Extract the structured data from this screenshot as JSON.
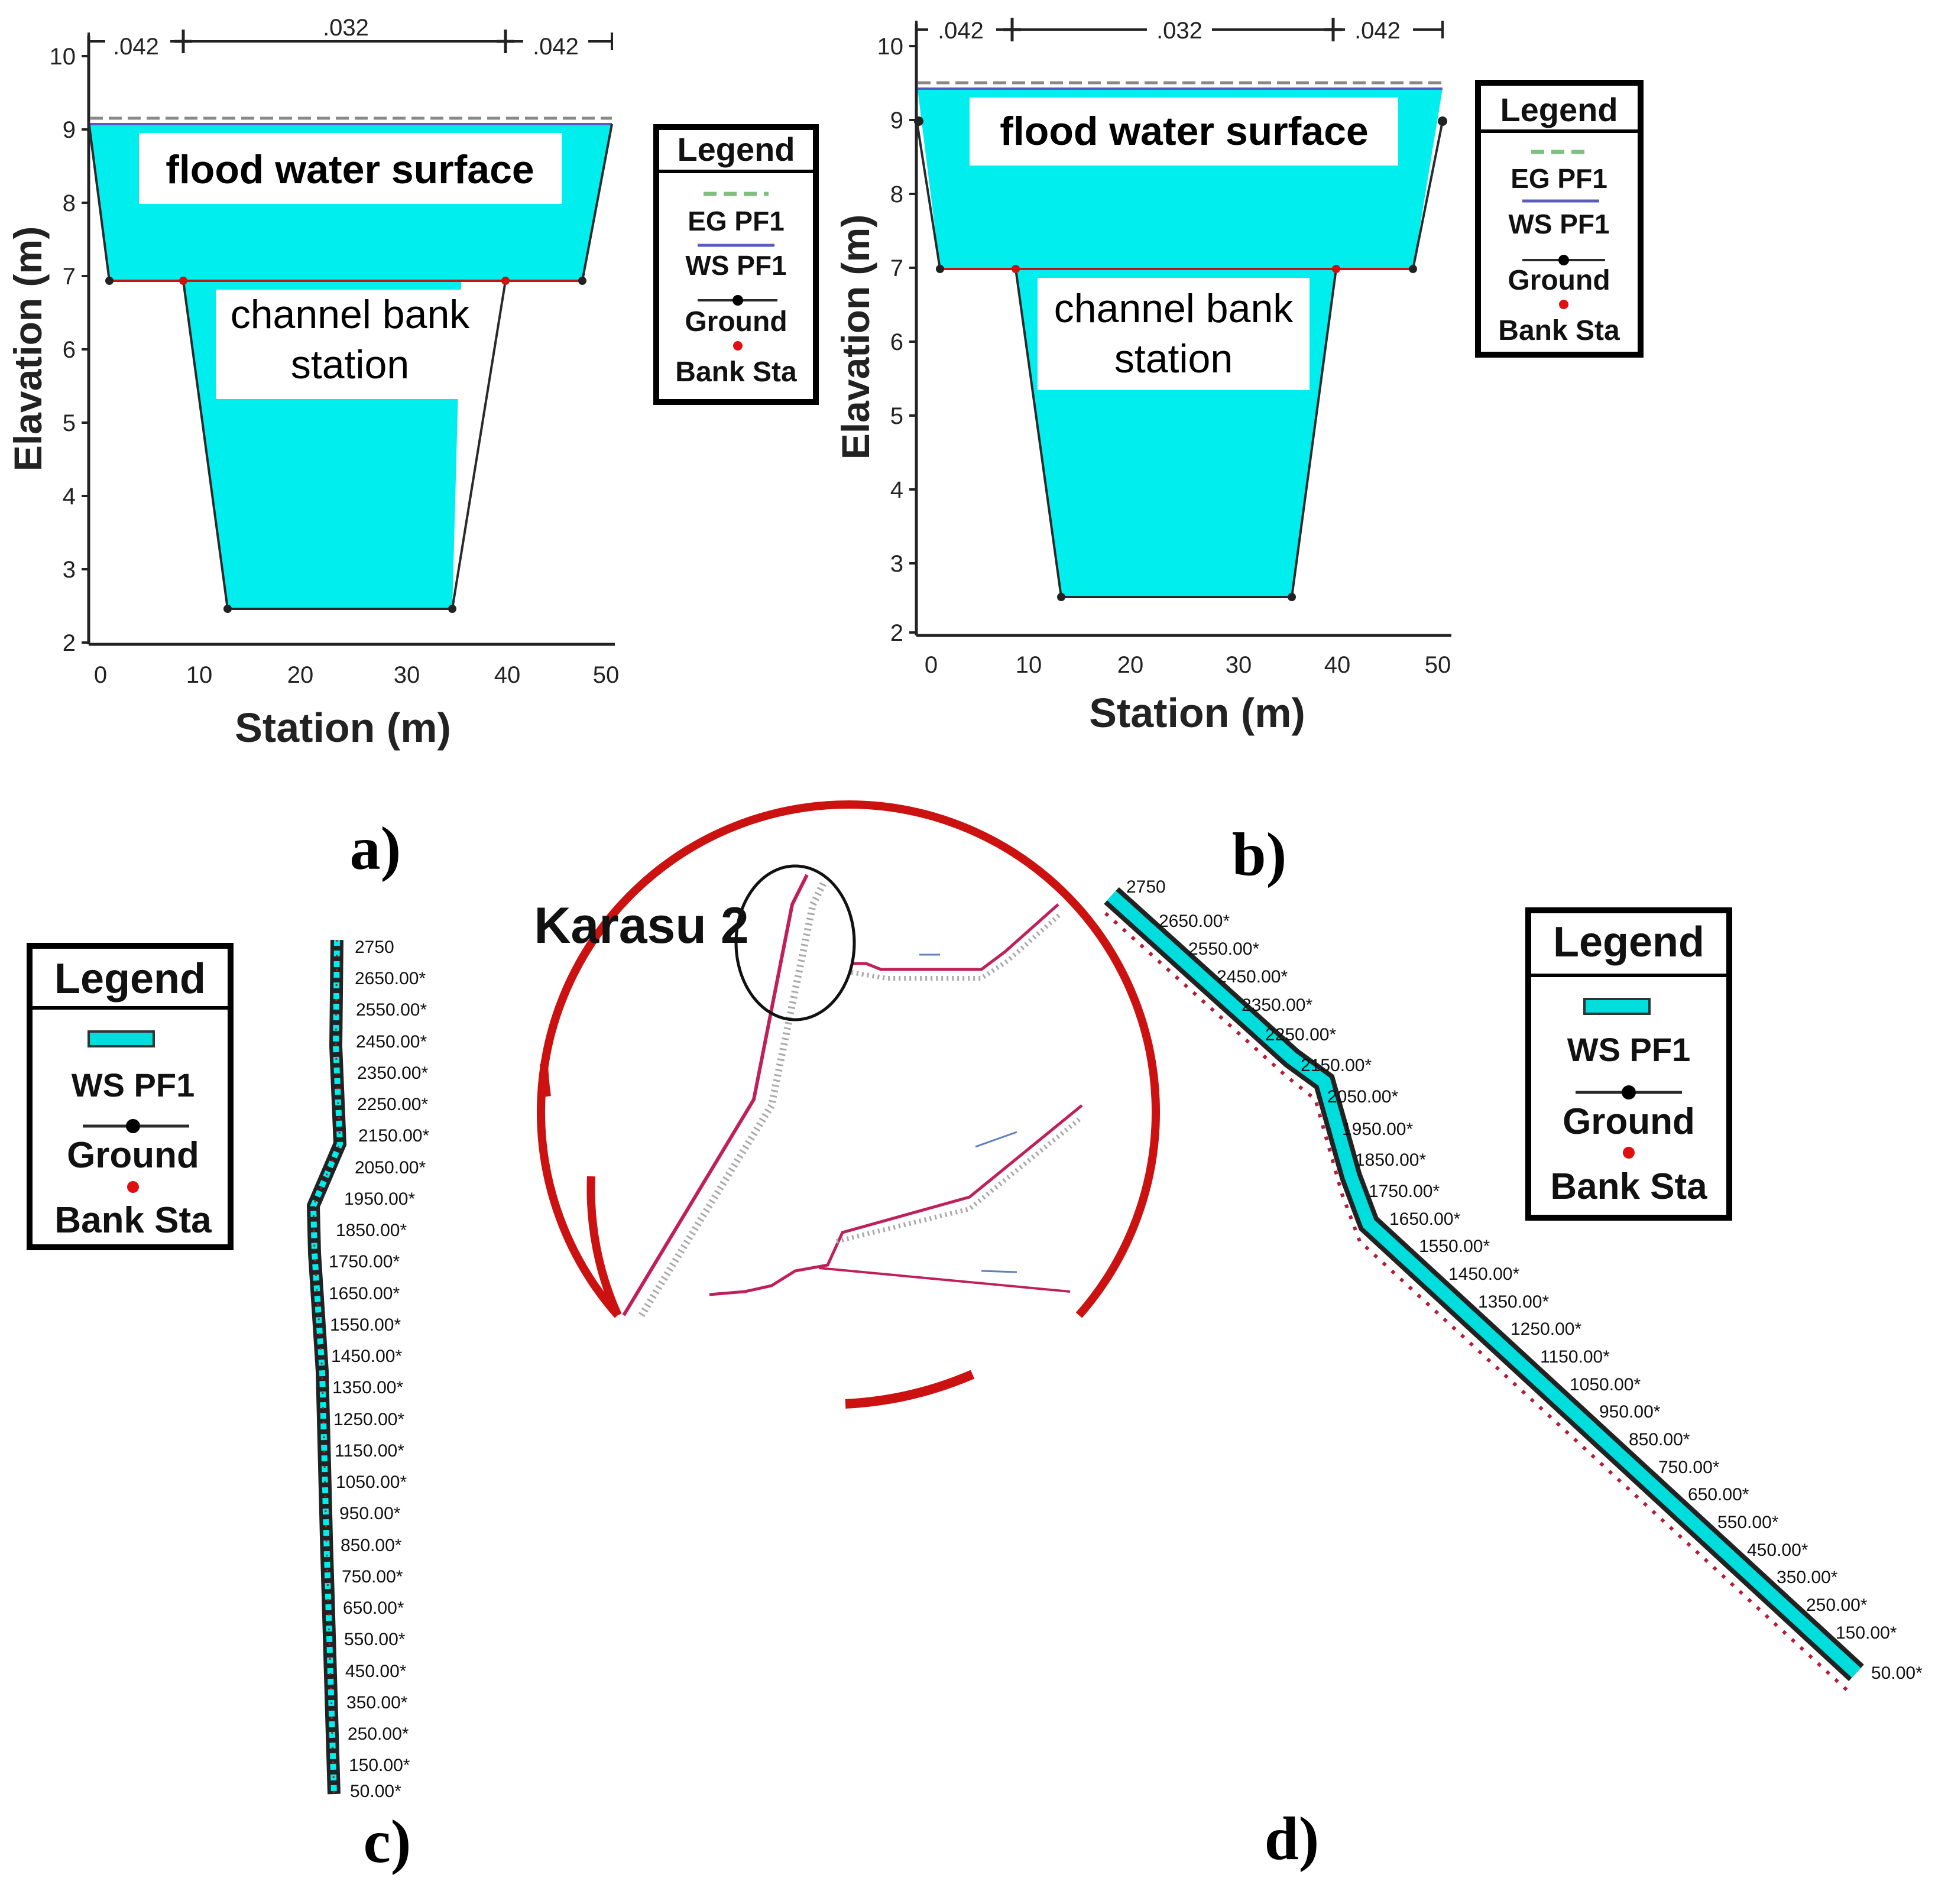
{
  "panel_a": {
    "label": "a)",
    "y_axis_title": "Elavation (m)",
    "x_axis_title": "Station (m)",
    "y_ticks": [
      "10",
      "9",
      "8",
      "7",
      "6",
      "5",
      "4",
      "3",
      "2"
    ],
    "x_ticks": [
      "0",
      "10",
      "20",
      "30",
      "40",
      "50"
    ],
    "manning": [
      ".042",
      ".032",
      ".042"
    ],
    "annotation_top": "flood water surface",
    "annotation_mid_1": "channel bank",
    "annotation_mid_2": "station",
    "legend_title": "Legend",
    "legend_items": [
      "EG PF1",
      "WS PF1",
      "Ground",
      "Bank Sta"
    ]
  },
  "panel_b": {
    "label": "b)",
    "y_axis_title": "Elavation (m)",
    "x_axis_title": "Station (m)",
    "y_ticks": [
      "10",
      "9",
      "8",
      "7",
      "6",
      "5",
      "4",
      "3",
      "2"
    ],
    "x_ticks": [
      "0",
      "10",
      "20",
      "30",
      "40",
      "50"
    ],
    "manning": [
      ".042",
      ".032",
      ".042"
    ],
    "annotation_top": "flood water surface",
    "annotation_mid_1": "channel bank",
    "annotation_mid_2": "station",
    "legend_title": "Legend",
    "legend_items": [
      "EG PF1",
      "WS PF1",
      "Ground",
      "Bank Sta"
    ]
  },
  "panel_c": {
    "label": "c)",
    "legend_title": "Legend",
    "legend_items": [
      "WS PF1",
      "Ground",
      "Bank Sta"
    ],
    "stations": [
      "2750",
      "2650.00*",
      "2550.00*",
      "2450.00*",
      "2350.00*",
      "2250.00*",
      "2150.00*",
      "2050.00*",
      "1950.00*",
      "1850.00*",
      "1750.00*",
      "1650.00*",
      "1550.00*",
      "1450.00*",
      "1350.00*",
      "1250.00*",
      "1150.00*",
      "1050.00*",
      "950.00*",
      "850.00*",
      "750.00*",
      "650.00*",
      "550.00*",
      "450.00*",
      "350.00*",
      "250.00*",
      "150.00*",
      "50.00*"
    ]
  },
  "map_inset": {
    "label": "Karasu 2"
  },
  "panel_d": {
    "label": "d)",
    "legend_title": "Legend",
    "legend_items": [
      "WS PF1",
      "Ground",
      "Bank Sta"
    ],
    "stations": [
      "2750",
      "2650.00*",
      "2550.00*",
      "2450.00*",
      "2350.00*",
      "2250.00*",
      "2150.00*",
      "2050.00*",
      "1950.00*",
      "1850.00*",
      "1750.00*",
      "1650.00*",
      "1550.00*",
      "1450.00*",
      "1350.00*",
      "1250.00*",
      "1150.00*",
      "1050.00*",
      "950.00*",
      "850.00*",
      "750.00*",
      "650.00*",
      "550.00*",
      "450.00*",
      "350.00*",
      "250.00*",
      "150.00*",
      "50.00*"
    ]
  },
  "colors": {
    "water": "#00eeee",
    "ground": "#2a2a2a",
    "bank": "#e01010",
    "eg_line": "#7fbf7f",
    "ws_line": "#5b5bbf",
    "map_circle": "#cc1111",
    "river_line": "#c0205a"
  }
}
